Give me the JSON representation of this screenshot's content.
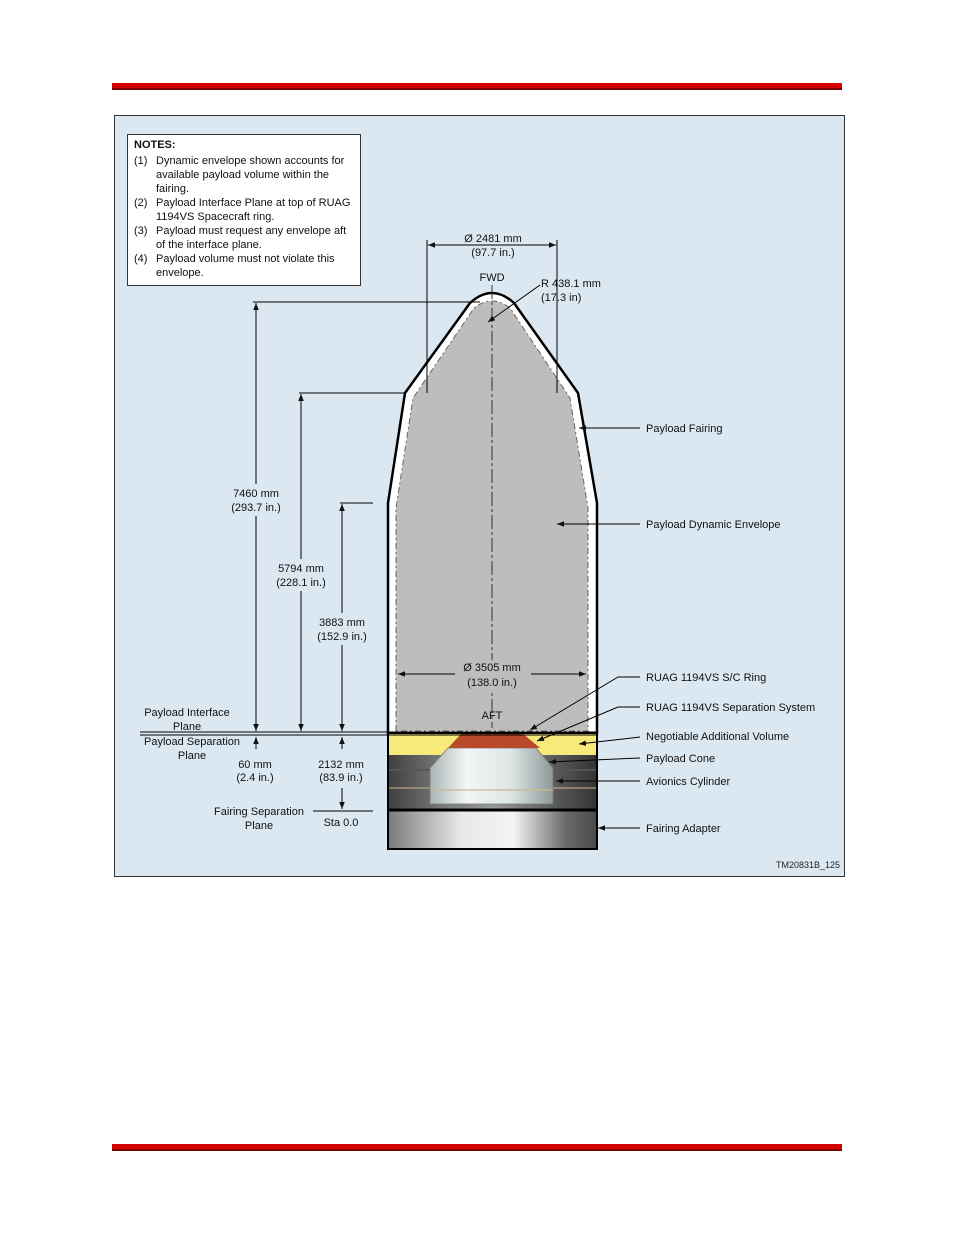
{
  "notes": {
    "header": "NOTES:",
    "items": [
      {
        "num": "(1)",
        "text": "Dynamic envelope shown accounts for available payload volume within the fairing."
      },
      {
        "num": "(2)",
        "text": "Payload Interface Plane at top of RUAG 1194VS Spacecraft ring."
      },
      {
        "num": "(3)",
        "text": "Payload must request any envelope aft of the interface plane."
      },
      {
        "num": "(4)",
        "text": "Payload volume must not violate this envelope."
      }
    ]
  },
  "dims": {
    "top_diameter": "Ø 2481 mm",
    "top_diameter_in": "(97.7 in.)",
    "fwd": "FWD",
    "radius": "R 438.1 mm",
    "radius_in": "(17.3 in)",
    "h7460": "7460 mm",
    "h7460_in": "(293.7 in.)",
    "h5794": "5794 mm",
    "h5794_in": "(228.1 in.)",
    "h3883": "3883 mm",
    "h3883_in": "(152.9 in.)",
    "base_diameter": "Ø 3505 mm",
    "base_diameter_in": "(138.0 in.)",
    "aft": "AFT",
    "h60": "60 mm",
    "h60_in": "(2.4 in.)",
    "h2132": "2132 mm",
    "h2132_in": "(83.9 in.)",
    "sta": "Sta 0.0"
  },
  "planes": {
    "interface_1": "Payload Interface",
    "interface_2": "Plane",
    "separation_1": "Payload Separation",
    "separation_2": "Plane",
    "fairing_sep_1": "Fairing Separation",
    "fairing_sep_2": "Plane"
  },
  "callouts": {
    "payload_fairing": "Payload Fairing",
    "dynamic_envelope": "Payload Dynamic Envelope",
    "sc_ring": "RUAG 1194VS S/C Ring",
    "sep_system": "RUAG 1194VS Separation System",
    "negotiable_volume": "Negotiable Additional Volume",
    "payload_cone": "Payload Cone",
    "avionics_cylinder": "Avionics Cylinder",
    "fairing_adapter": "Fairing Adapter"
  },
  "figure_id": "TM20831B_125",
  "colors": {
    "rule": "#d40000",
    "background": "#dbe8f2",
    "envelope": "#bdbdbd",
    "negotiable": "#f7ea7a",
    "separation_system": "#b84a2b"
  }
}
